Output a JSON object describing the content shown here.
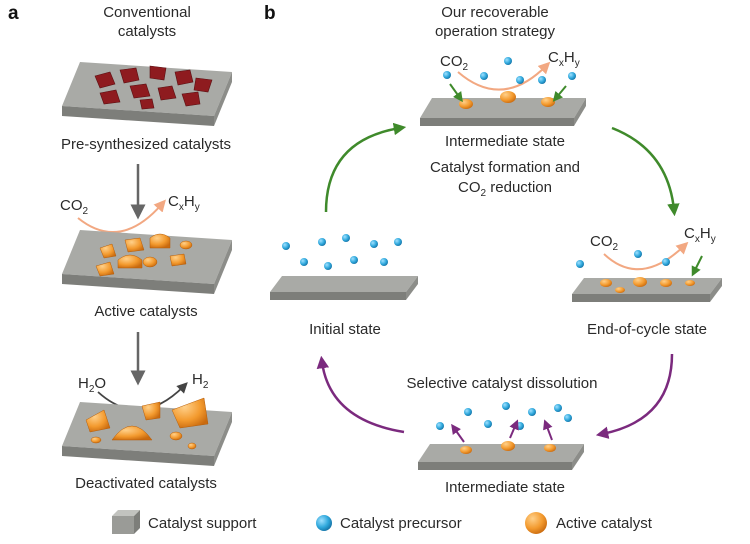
{
  "panel_a": {
    "letter": "a",
    "heading_line1": "Conventional",
    "heading_line2": "catalysts",
    "stage1_label": "Pre-synthesized catalysts",
    "stage2_label": "Active catalysts",
    "stage3_label": "Deactivated catalysts",
    "co2": {
      "base": "CO",
      "sub": "2"
    },
    "cxhy": {
      "c": "C",
      "x": "x",
      "h": "H",
      "y": "y"
    },
    "h2o": {
      "h": "H",
      "sub": "2",
      "o": "O"
    },
    "h2": {
      "base": "H",
      "sub": "2"
    }
  },
  "panel_b": {
    "letter": "b",
    "heading_line1": "Our recoverable",
    "heading_line2": "operation strategy",
    "top_state": "Intermediate state",
    "caption_top_line1": "Catalyst formation and",
    "caption_top_line2_a": "CO",
    "caption_top_line2_sub": "2",
    "caption_top_line2_b": " reduction",
    "left_state": "Initial state",
    "right_state": "End-of-cycle state",
    "caption_bottom": "Selective catalyst dissolution",
    "bottom_state": "Intermediate state"
  },
  "legend": {
    "support": "Catalyst support",
    "precursor": "Catalyst precursor",
    "active": "Active catalyst"
  },
  "colors": {
    "support_top": "#a9aaa6",
    "support_side": "#7d7e7a",
    "dark_catalyst": "#8e1b1f",
    "active_catalyst": "#f39a2e",
    "precursor": "#2fa8dc",
    "green_arrow": "#3f8a2b",
    "purple_arrow": "#7b2a7e",
    "reaction_arrow": "#f2a882",
    "gray_arrow": "#666666"
  },
  "icons": {
    "support": "gray-cube-icon",
    "precursor": "blue-sphere-icon",
    "active": "orange-sphere-icon"
  }
}
